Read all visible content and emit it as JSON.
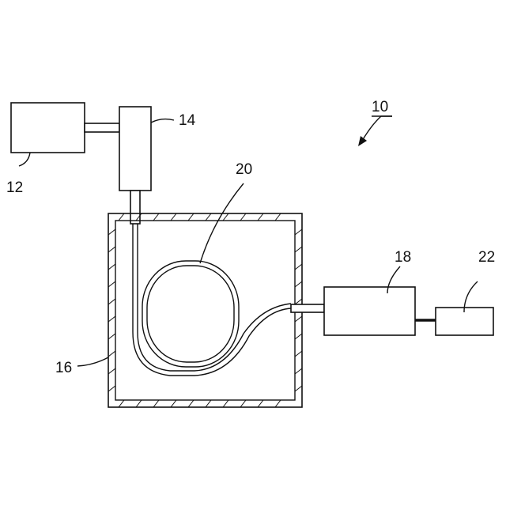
{
  "labels": {
    "system": "10",
    "block_12": "12",
    "block_14": "14",
    "enclosure": "16",
    "block_18": "18",
    "fiber_coil": "20",
    "block_22": "22"
  },
  "colors": {
    "line": "#111111",
    "background": "#ffffff"
  }
}
